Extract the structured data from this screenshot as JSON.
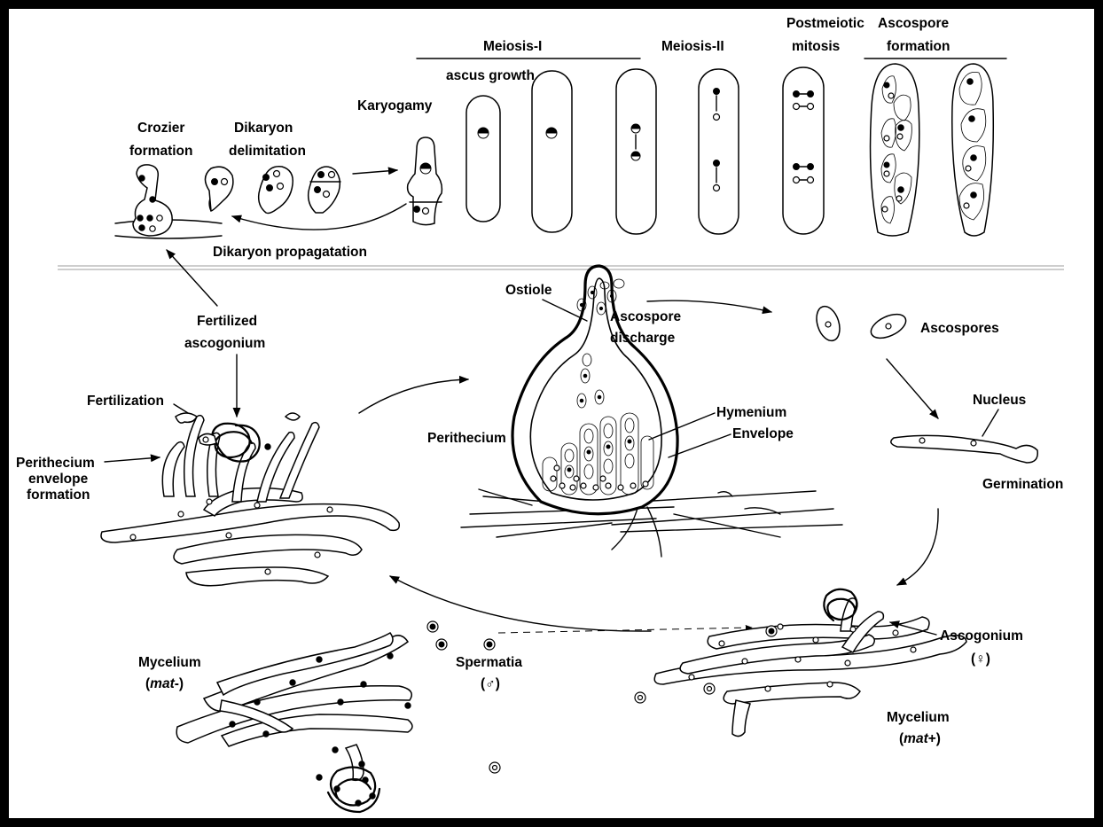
{
  "labels": {
    "meiosis1": "Meiosis-I",
    "meiosis2": "Meiosis-II",
    "postmeiotic1": "Postmeiotic",
    "postmeiotic2": "mitosis",
    "ascospore_formation1": "Ascospore",
    "ascospore_formation2": "formation",
    "ascus_growth": "ascus growth",
    "karyogamy": "Karyogamy",
    "crozier1": "Crozier",
    "crozier2": "formation",
    "dikaryon_delim1": "Dikaryon",
    "dikaryon_delim2": "delimitation",
    "dikaryon_prop": "Dikaryon propagatation",
    "ostiole": "Ostiole",
    "ascospore_discharge1": "Ascospore",
    "ascospore_discharge2": "discharge",
    "ascospores": "Ascospores",
    "fertilized1": "Fertilized",
    "fertilized2": "ascogonium",
    "fertilization": "Fertilization",
    "hymenium": "Hymenium",
    "envelope": "Envelope",
    "perithecium": "Perithecium",
    "nucleus": "Nucleus",
    "envelope_formation1": "Perithecium",
    "envelope_formation2": "envelope",
    "envelope_formation3": "formation",
    "germination": "Germination",
    "ascogonium": "Ascogonium",
    "female_symbol": "(♀)",
    "mycelium_minus1": "Mycelium",
    "mycelium_minus_pre": "(",
    "mycelium_minus_mat": "mat",
    "mycelium_minus_post": "-)",
    "spermatia": "Spermatia",
    "male_symbol": "(♂)",
    "mycelium_plus1": "Mycelium",
    "mycelium_plus_pre": "(",
    "mycelium_plus_mat": "mat",
    "mycelium_plus_post": "+)"
  },
  "colors": {
    "ink": "#000000",
    "background": "#ffffff",
    "divider": "#b0b0b0"
  }
}
